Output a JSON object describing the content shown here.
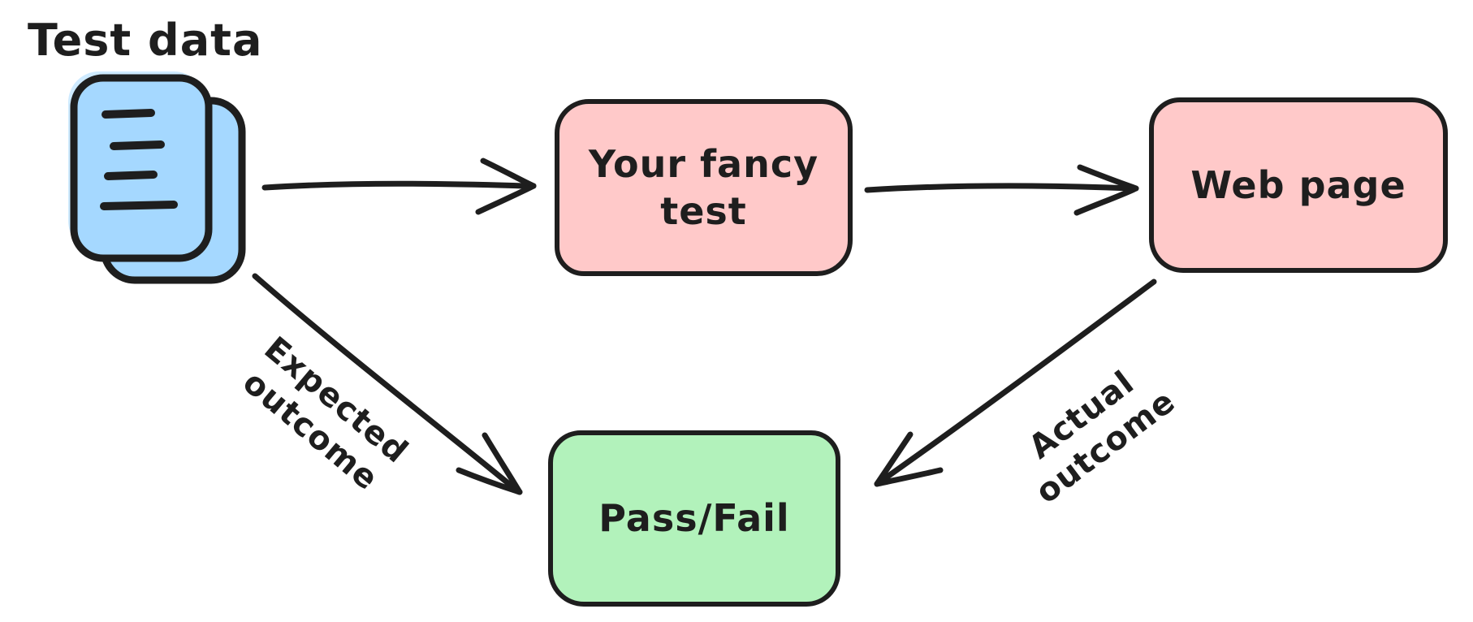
{
  "colors": {
    "stroke": "#1e1e1e",
    "doc-fill": "#a5d8ff",
    "process-fill": "#ffc9c9",
    "result-fill": "#b2f2bb",
    "background": "#ffffff"
  },
  "nodes": {
    "test_data": {
      "label": "Test data",
      "icon": "documents-icon",
      "fill": "#a5d8ff",
      "shape": "stacked-documents"
    },
    "your_fancy_test": {
      "label": "Your fancy\ntest",
      "fill": "#ffc9c9",
      "shape": "rounded-rectangle"
    },
    "web_page": {
      "label": "Web page",
      "fill": "#ffc9c9",
      "shape": "rounded-rectangle"
    },
    "pass_fail": {
      "label": "Pass/Fail",
      "fill": "#b2f2bb",
      "shape": "rounded-rectangle"
    }
  },
  "edges": {
    "test_data_to_your_fancy_test": {
      "from": "test_data",
      "to": "your_fancy_test",
      "label": "",
      "direction": "right"
    },
    "your_fancy_test_to_web_page": {
      "from": "your_fancy_test",
      "to": "web_page",
      "label": "",
      "direction": "right"
    },
    "expected": {
      "from": "test_data",
      "to": "pass_fail",
      "label": "Expected\noutcome",
      "direction": "down-right"
    },
    "actual": {
      "from": "web_page",
      "to": "pass_fail",
      "label": "Actual\noutcome",
      "direction": "down-left"
    }
  }
}
